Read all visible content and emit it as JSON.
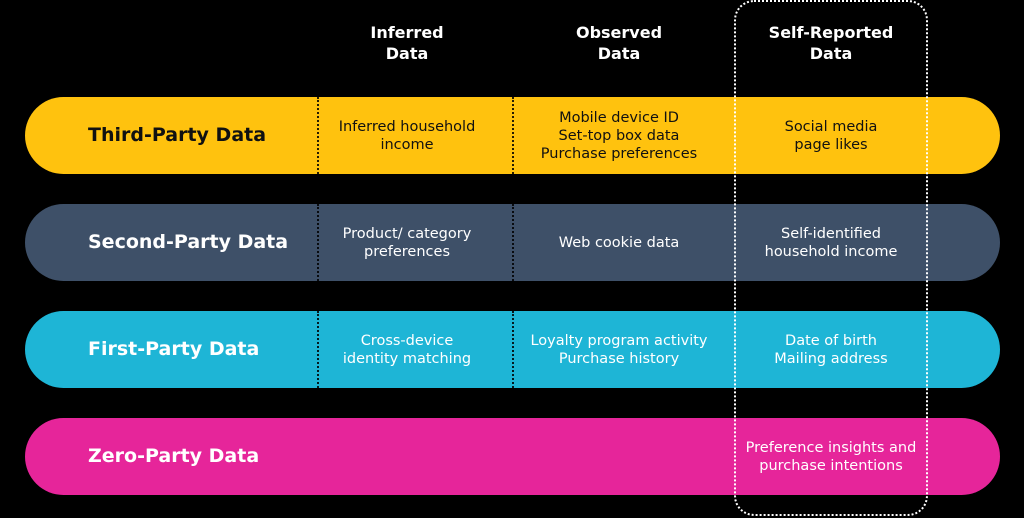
{
  "columns": [
    {
      "line1": "Inferred",
      "line2": "Data"
    },
    {
      "line1": "Observed",
      "line2": "Data"
    },
    {
      "line1": "Self-Reported",
      "line2": "Data"
    }
  ],
  "rows": [
    {
      "label": "Third-Party Data",
      "color": "#FFC20E",
      "text_color": "#111111",
      "inferred": [
        "Inferred household",
        "income"
      ],
      "observed": [
        "Mobile device ID",
        "Set-top box data",
        "Purchase preferences"
      ],
      "self_reported": [
        "Social media",
        "page likes"
      ]
    },
    {
      "label": "Second-Party Data",
      "color": "#3E5068",
      "text_color": "#ffffff",
      "inferred": [
        "Product/ category",
        "preferences"
      ],
      "observed": [
        "Web cookie data"
      ],
      "self_reported": [
        "Self-identified",
        "household income"
      ]
    },
    {
      "label": "First-Party Data",
      "color": "#1EB5D6",
      "text_color": "#ffffff",
      "inferred": [
        "Cross-device",
        "identity matching"
      ],
      "observed": [
        "Loyalty program activity",
        "Purchase history"
      ],
      "self_reported": [
        "Date of birth",
        "Mailing address"
      ]
    },
    {
      "label": "Zero-Party Data",
      "color": "#E6259A",
      "text_color": "#ffffff",
      "inferred": [],
      "observed": [],
      "self_reported": [
        "Preference insights and",
        "purchase intentions"
      ]
    }
  ]
}
